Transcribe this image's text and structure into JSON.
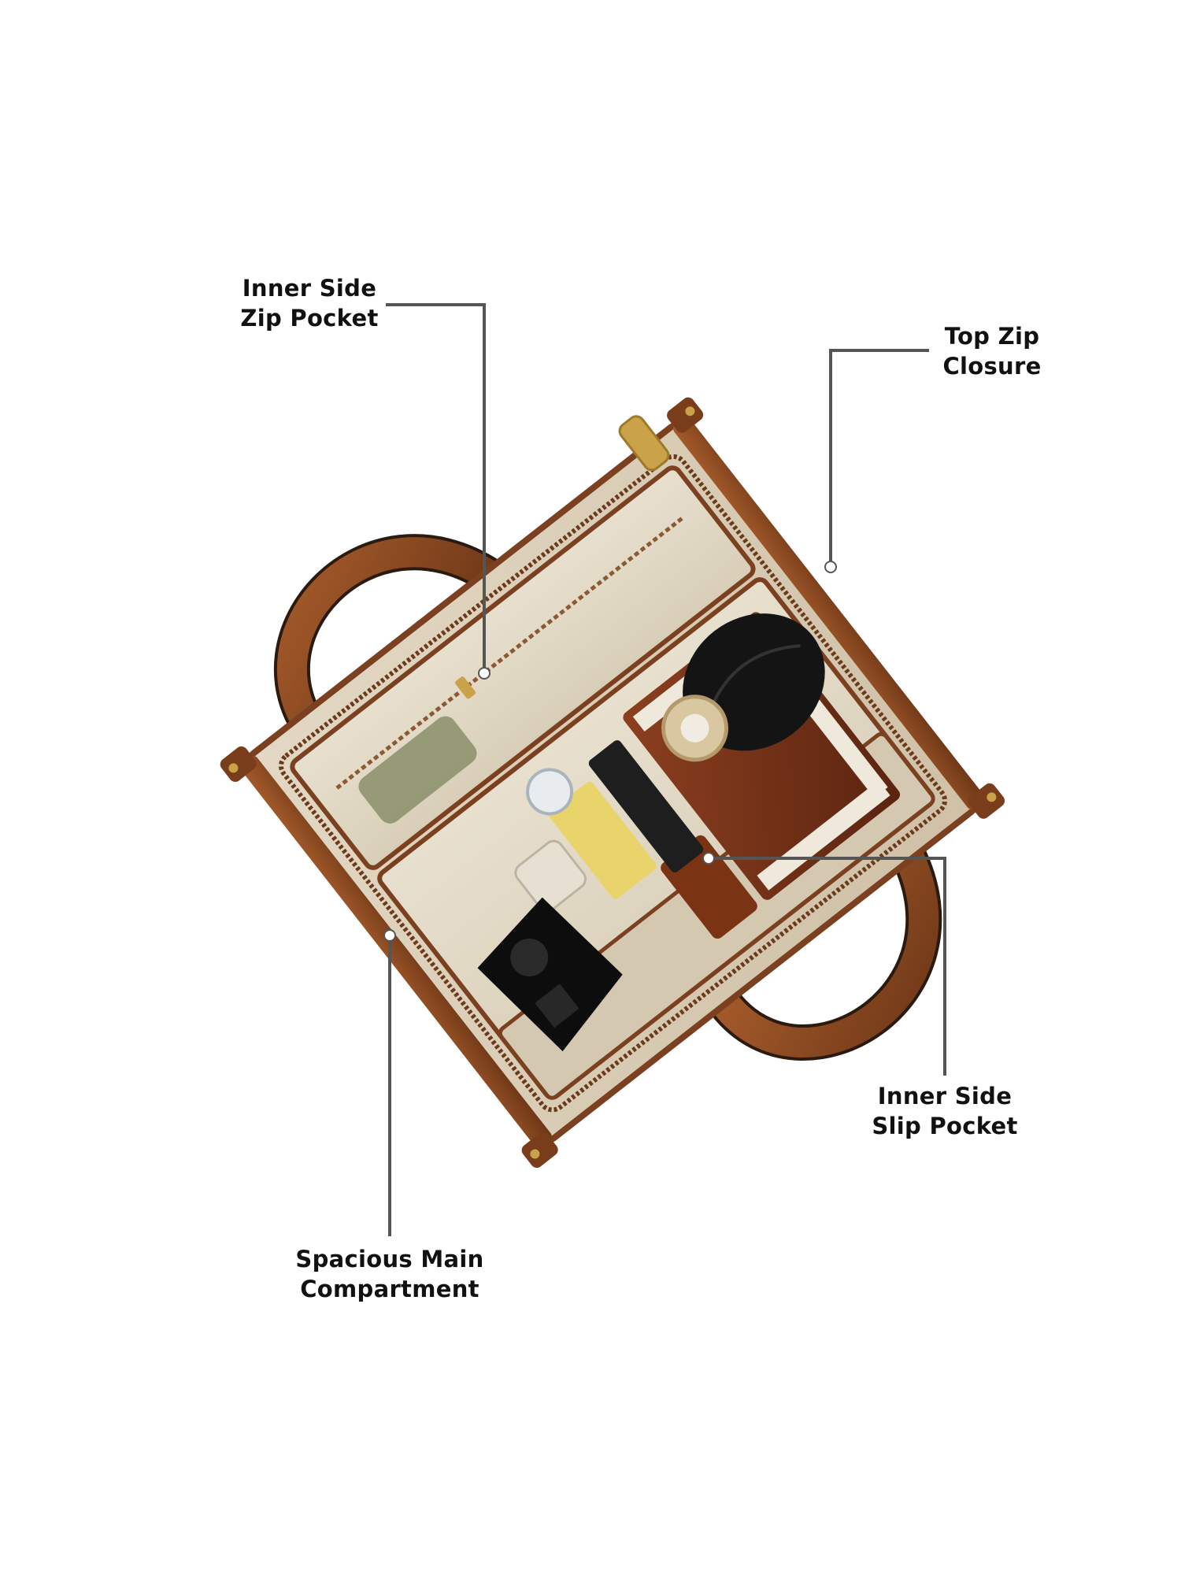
{
  "image": {
    "background_color": "#ffffff",
    "subject": "handbag-interior-top-view"
  },
  "callouts": [
    {
      "id": "inner-side-zip-pocket",
      "line1": "Inner Side",
      "line2": "Zip Pocket"
    },
    {
      "id": "top-zip-closure",
      "line1": "Top Zip",
      "line2": "Closure"
    },
    {
      "id": "inner-side-slip-pocket",
      "line1": "Inner Side",
      "line2": "Slip Pocket"
    },
    {
      "id": "spacious-main-compartment",
      "line1": "Spacious Main",
      "line2": "Compartment"
    }
  ],
  "colors": {
    "leather": "#8a4a22",
    "leather_dark": "#5e2f14",
    "canvas": "#d9ccb6",
    "lining": "#e2dac7",
    "hardware": "#c9a24a",
    "leader_line": "#555555"
  }
}
